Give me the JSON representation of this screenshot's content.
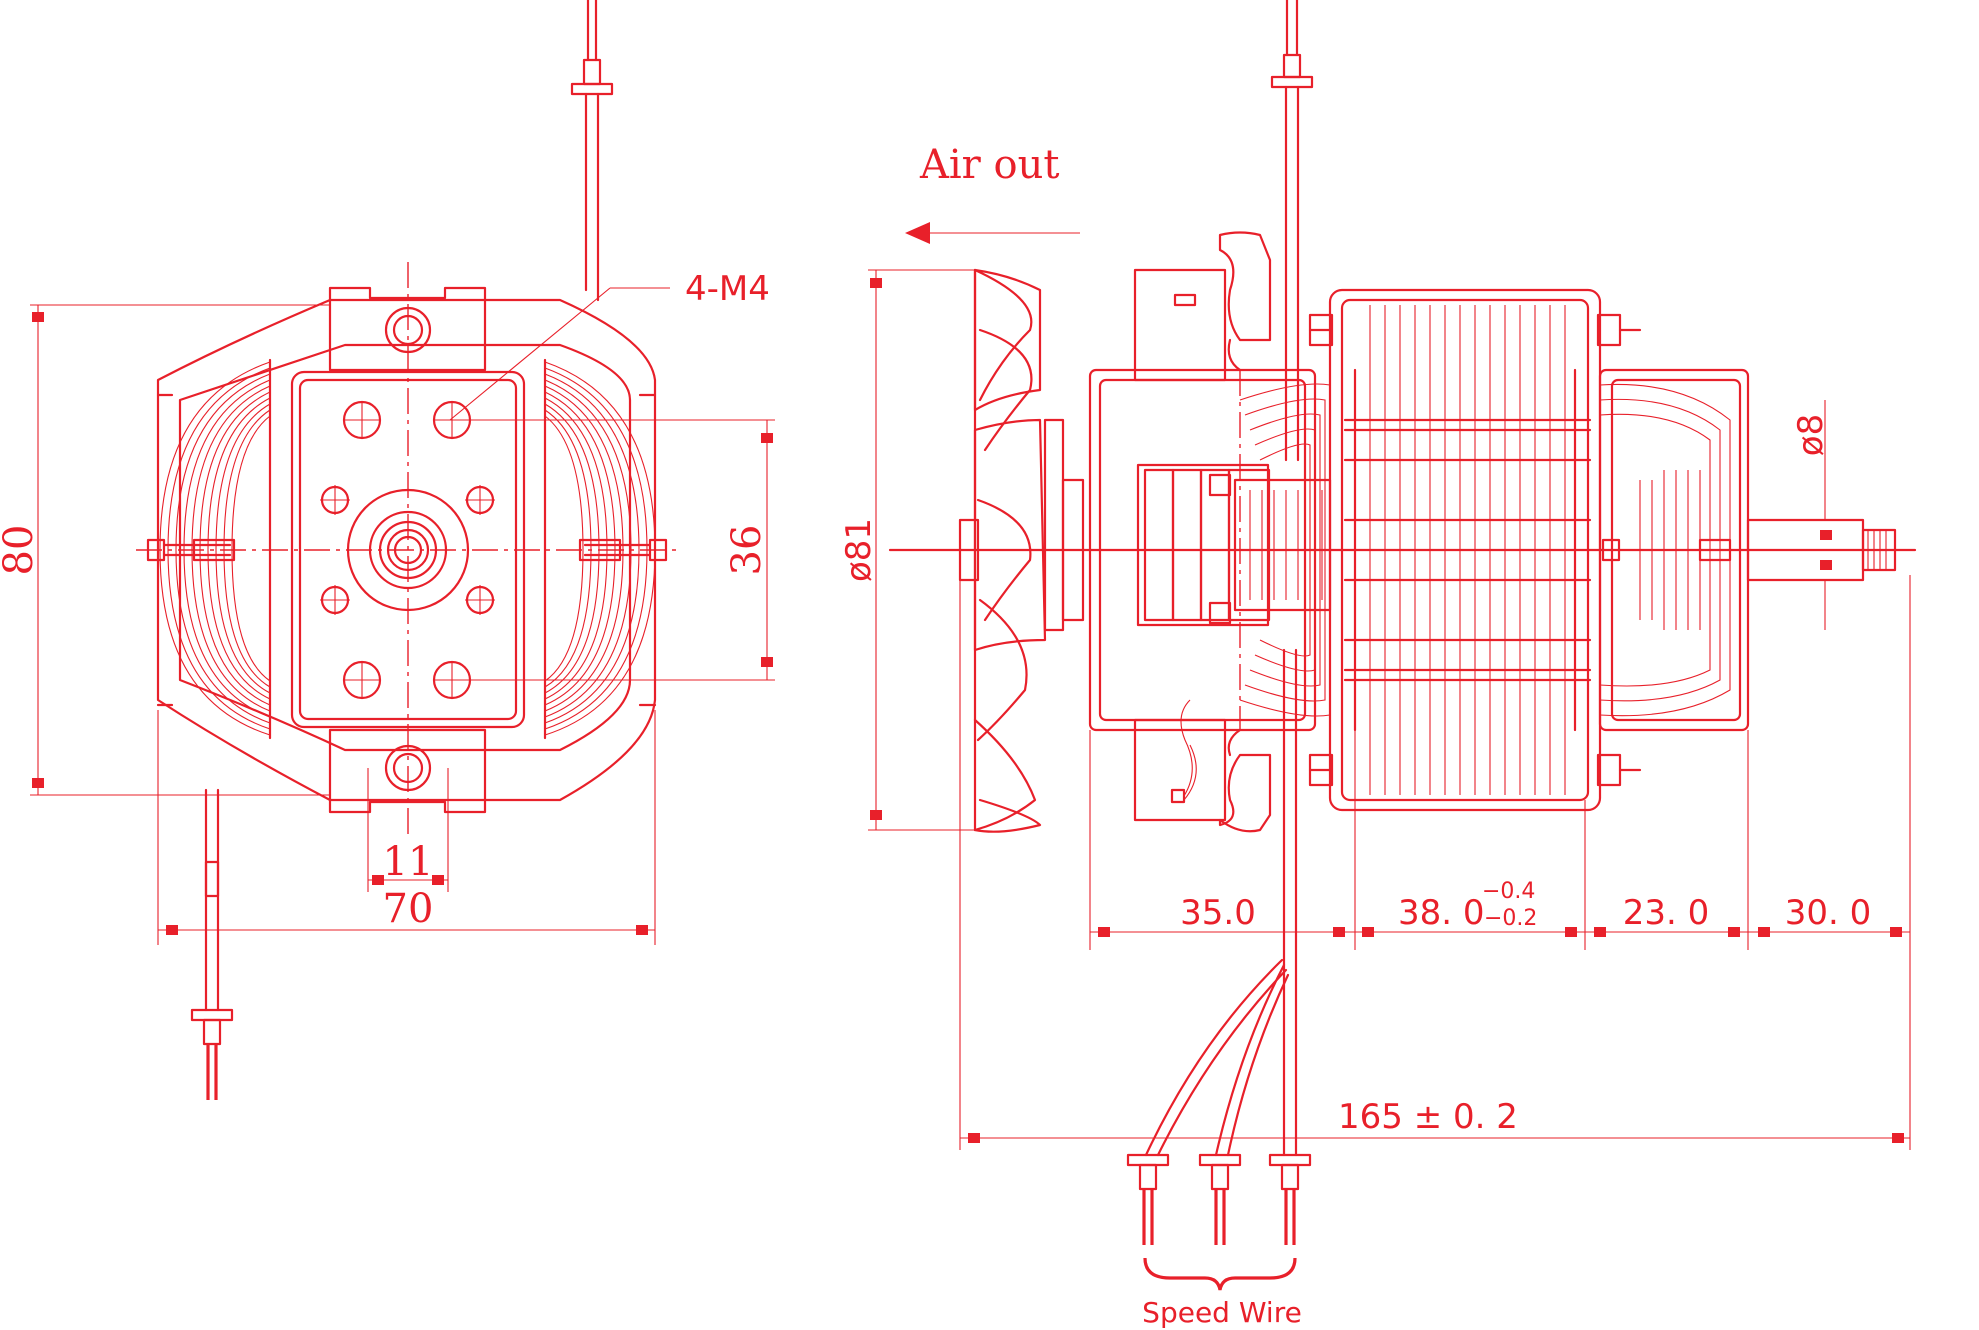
{
  "labels": {
    "air_out": "Air out",
    "mount_holes": "4-M4",
    "speed_wire": "Speed Wire"
  },
  "front_view": {
    "height": "80",
    "hole_spacing_vertical": "36",
    "width": "70",
    "slot_width": "11"
  },
  "side_view": {
    "fan_diameter": "ø81",
    "shaft_diameter": "ø8",
    "seg_1": "35.0",
    "seg_2_base": "38. 0",
    "seg_2_upper_tol": "−0.4",
    "seg_2_lower_tol": "−0.2",
    "seg_3": "23. 0",
    "seg_4": "30. 0",
    "overall": "165 ± 0. 2"
  },
  "colors": {
    "line": "#e8202a",
    "background": "#ffffff"
  }
}
